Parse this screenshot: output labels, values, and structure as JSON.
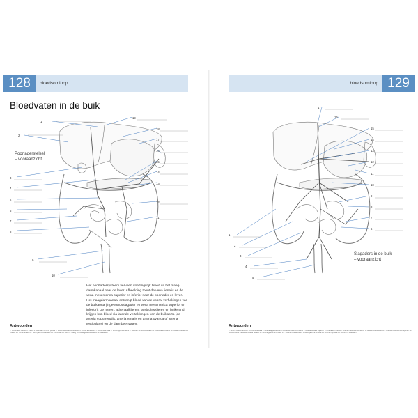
{
  "left_page": {
    "page_number": "128",
    "running_title": "bloedsomloop",
    "heading": "Bloedvaten in de buik",
    "side_label_line1": "Poortaderstelsel",
    "side_label_line2": "– vooraanzicht",
    "labels": [
      "1",
      "2",
      "3",
      "4",
      "5",
      "6",
      "7",
      "8",
      "9",
      "10",
      "11",
      "12",
      "13",
      "14",
      "15",
      "16",
      "17",
      "18",
      "19"
    ],
    "caption": "Het poortadersysteem vervoert voedingsrijk bloed uit het maag-darmkanaal naar de lever. Afbeelding toont de vena lienalis en de vena mesenterica superior en inferior naar de poortader en lever. Het maagdarmkanaal ontvangt bloed van de vooral verhakingen van de buikaorta (ingewandsslagader en vena mesenterica superior en inferior). De nieren, adrenaalklieren, geslachtsklieren en buikwand krijgen hun bloed via laterale vertakkingen van de buikaorta (de arteria suprarenalis, arteria renalis en arteria ovarica of arteria testicularis) en de darmbeenvaten.",
    "answers_title": "Antwoorden",
    "answers_text": "1. Vena cava inferior  2. Lever  3. Galblaas  4. Vena portae  5. Vena mesenterica superior  6. Colon ascendens  7. Vena ileocolica  8. Vena appendicularis  9. Rectum  10. Vena rectalis  11. Colon descendens  12. Vena mesenterica inferior  13. Vena lienalis  14. Vena gastro-omentalis  15. Pancreas  16. Milt  17. Maag  18. Vena gastrica sinistra  19. Slokdarm"
  },
  "right_page": {
    "page_number": "129",
    "running_title": "bloedsomloop",
    "side_label_line1": "Slagaders in de buik",
    "side_label_line2": "– vooraanzicht",
    "labels": [
      "1",
      "2",
      "3",
      "4",
      "5",
      "6",
      "7",
      "8",
      "9",
      "10",
      "11",
      "12",
      "13",
      "14",
      "15",
      "16",
      "17"
    ],
    "answers_title": "Antwoorden",
    "answers_text": "1. Arteria colica dextra  2. Arteria ileocolica  3. Arteria appendicularis  4. Arteria iliaca communis  5. Arteria rectalis superior  6. Arteria sigmoidea  7. Arteria mesenterica inferior  8. Arteria colica sinistra  9. Arteria mesenterica superior  10. Arteria colica media  11. Arteria lienalis  12. Arteria gastro-omentalis  13. Truncus coeliacus  14. Arteria gastrica sinistra  15. Arteria hepatica  16. Aorta  17. Slokdarm"
  }
}
